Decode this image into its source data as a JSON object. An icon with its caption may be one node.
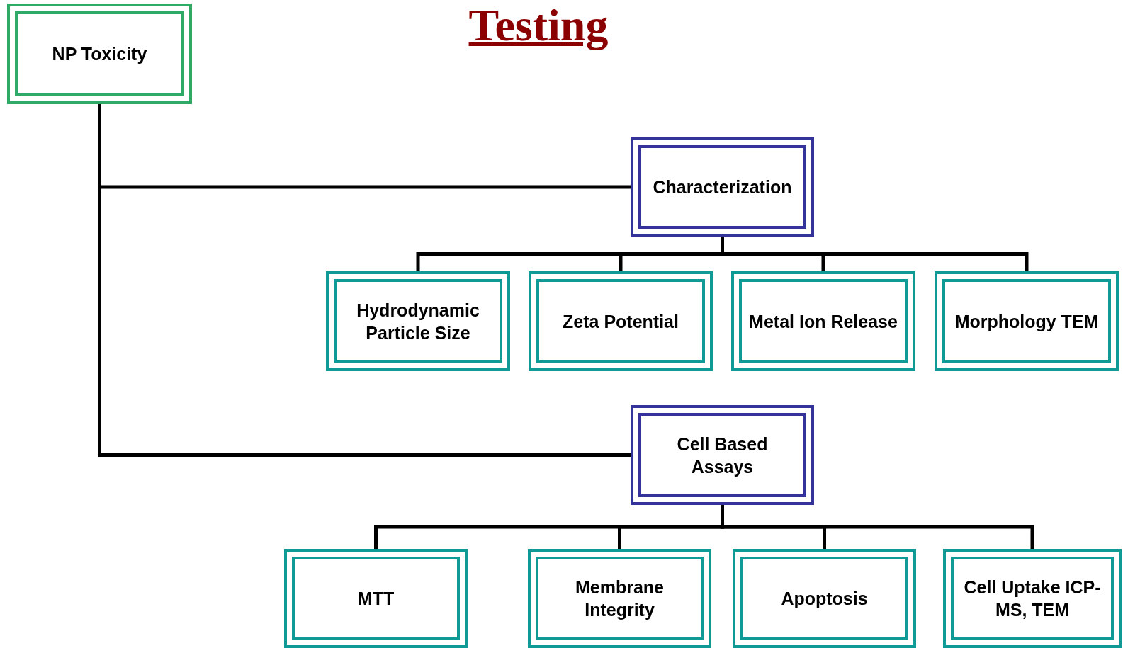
{
  "diagram": {
    "title": "Testing",
    "nodes": [
      {
        "text": [
          "NP Toxicity"
        ]
      },
      {
        "text": [
          "Characterization"
        ]
      },
      {
        "text": [
          "Hydrodynamic Particle Size"
        ]
      },
      {
        "text": [
          "Zeta Potential"
        ]
      },
      {
        "text": [
          "Metal Ion Release"
        ]
      },
      {
        "text": [
          "Morphology TEM"
        ]
      },
      {
        "text": [
          "Cell Based Assays"
        ]
      },
      {
        "text": [
          "MTT"
        ]
      },
      {
        "text": [
          "Membrane Integrity"
        ]
      },
      {
        "text": [
          "Apoptosis"
        ]
      },
      {
        "text": [
          "Cell Uptake ICP-MS, TEM"
        ]
      }
    ],
    "edges": [
      {
        "from": 0,
        "to": 1,
        "arrow": "none"
      },
      {
        "from": 0,
        "to": 6,
        "arrow": "none"
      },
      {
        "from": 1,
        "to": 2,
        "arrow": "none"
      },
      {
        "from": 1,
        "to": 3,
        "arrow": "none"
      },
      {
        "from": 1,
        "to": 4,
        "arrow": "none"
      },
      {
        "from": 1,
        "to": 5,
        "arrow": "none"
      },
      {
        "from": 6,
        "to": 7,
        "arrow": "none"
      },
      {
        "from": 6,
        "to": 8,
        "arrow": "none"
      },
      {
        "from": 6,
        "to": 9,
        "arrow": "none"
      },
      {
        "from": 6,
        "to": 10,
        "arrow": "none"
      }
    ]
  }
}
